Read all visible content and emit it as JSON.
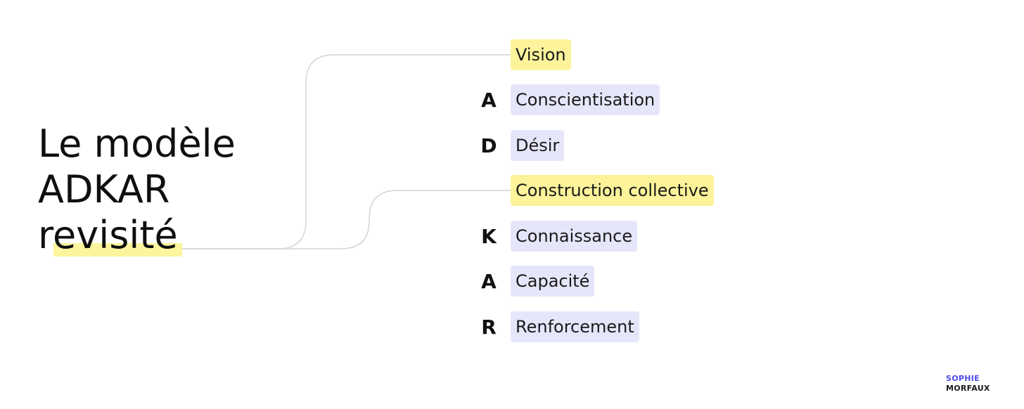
{
  "title": {
    "line1": "Le modèle",
    "line2": "ADKAR",
    "line3": "revisité"
  },
  "items": [
    {
      "letter": "",
      "label": "Vision",
      "highlight": "yellow"
    },
    {
      "letter": "A",
      "label": "Conscientisation",
      "highlight": "lavender"
    },
    {
      "letter": "D",
      "label": "Désir",
      "highlight": "lavender"
    },
    {
      "letter": "",
      "label": "Construction collective",
      "highlight": "yellow"
    },
    {
      "letter": "K",
      "label": "Connaissance",
      "highlight": "lavender"
    },
    {
      "letter": "A",
      "label": "Capacité",
      "highlight": "lavender"
    },
    {
      "letter": "R",
      "label": "Renforcement",
      "highlight": "lavender"
    }
  ],
  "logo": {
    "line1": "SOPHIE",
    "line2": "MORFAUX"
  },
  "colors": {
    "yellow": "#fcf39a",
    "lavender": "#e6e6fb",
    "connector": "#d4d4d4",
    "logo_accent": "#4b4de8"
  }
}
